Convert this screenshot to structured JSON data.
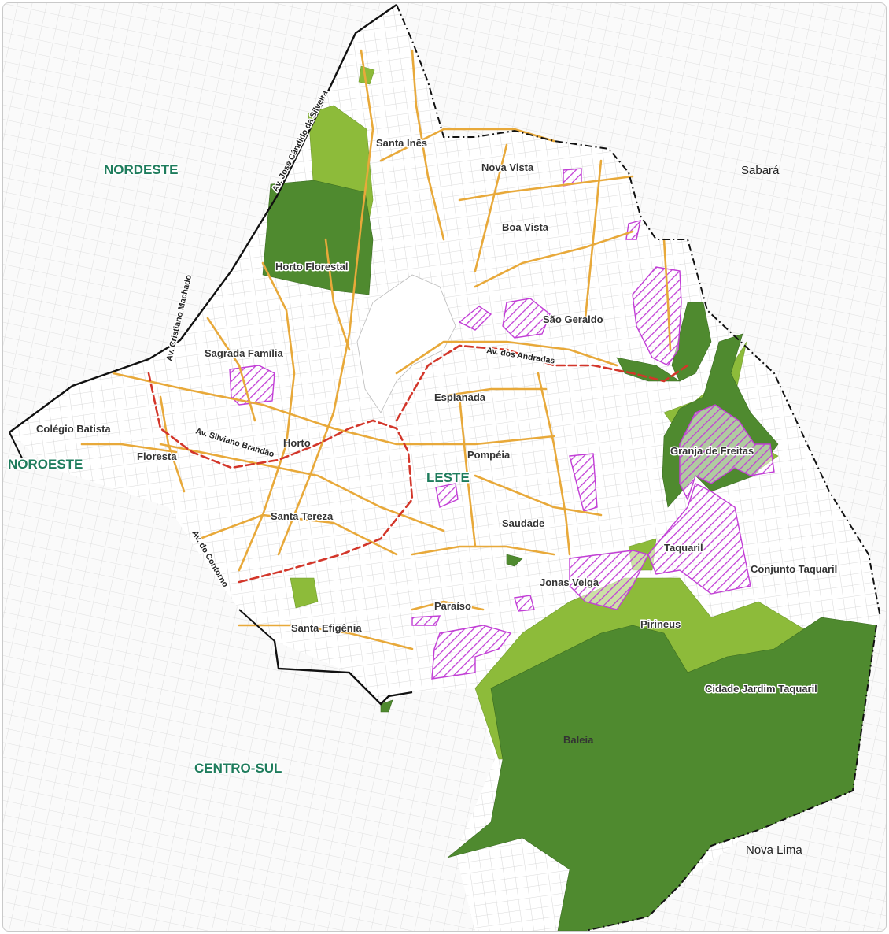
{
  "regions": {
    "nordeste": "NORDESTE",
    "noroeste": "NOROESTE",
    "leste": "LESTE",
    "centro_sul": "CENTRO-SUL"
  },
  "cities": {
    "sabara": "Sabará",
    "nova_lima": "Nova Lima"
  },
  "neighborhoods": {
    "santa_ines": "Santa Inês",
    "nova_vista": "Nova Vista",
    "boa_vista": "Boa Vista",
    "horto_florestal": "Horto Florestal",
    "sao_geraldo": "São Geraldo",
    "sagrada_familia": "Sagrada Família",
    "esplanada": "Esplanada",
    "colegio_batista": "Colégio Batista",
    "horto": "Horto",
    "pompeia": "Pompéia",
    "floresta": "Floresta",
    "granja_de_freitas": "Granja de Freitas",
    "santa_tereza": "Santa Tereza",
    "saudade": "Saudade",
    "taquaril": "Taquaril",
    "conjunto_taquaril": "Conjunto Taquaril",
    "jonas_veiga": "Jonas Veiga",
    "paraiso": "Paraíso",
    "pirineus": "Pirineus",
    "santa_efigenia": "Santa Efigênia",
    "cidade_jardim_taquaril": "Cidade Jardim Taquaril",
    "baleia": "Baleia"
  },
  "avenues": {
    "jose_candido": "Av. José Cândido da Silveira",
    "cristiano_machado": "Av. Cristiano Machado",
    "andradas": "Av. dos Andradas",
    "silviano_brandao": "Av. Silviano Brandão",
    "contorno": "Av. do Contorno"
  },
  "colors": {
    "dark_green": "#4f8a2f",
    "light_green": "#8dbb3a",
    "arterial": "#e8a93a",
    "purple_hatch": "#c23fd6",
    "boundary": "#111111",
    "railway": "#d3362a",
    "region_label": "#1e7c5c"
  }
}
